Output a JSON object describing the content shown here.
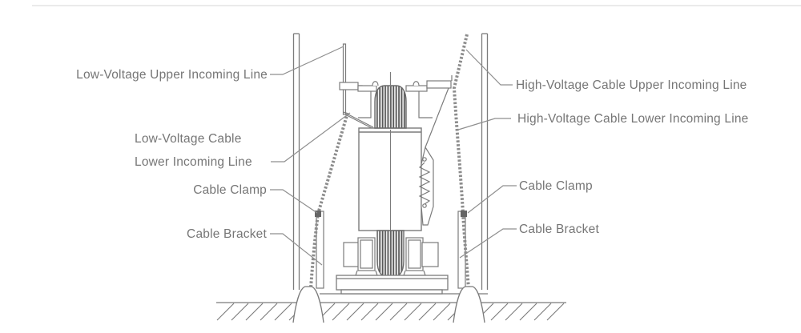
{
  "diagram": {
    "labels": {
      "lv_upper": "Low-Voltage Upper Incoming Line",
      "lv_lower_line1": "Low-Voltage Cable",
      "lv_lower_line2": "Lower Incoming Line",
      "cable_clamp_left": "Cable Clamp",
      "cable_bracket_left": "Cable Bracket",
      "hv_upper": "High-Voltage Cable Upper Incoming Line",
      "hv_lower": "High-Voltage Cable Lower Incoming Line",
      "cable_clamp_right": "Cable Clamp",
      "cable_bracket_right": "Cable Bracket"
    },
    "colors": {
      "line": "#7b7b7b",
      "leader": "#8f8f8f",
      "text": "#767676",
      "dark_fill": "#666666",
      "stripe": "#585858",
      "faint_rule": "#eaeaea"
    }
  }
}
